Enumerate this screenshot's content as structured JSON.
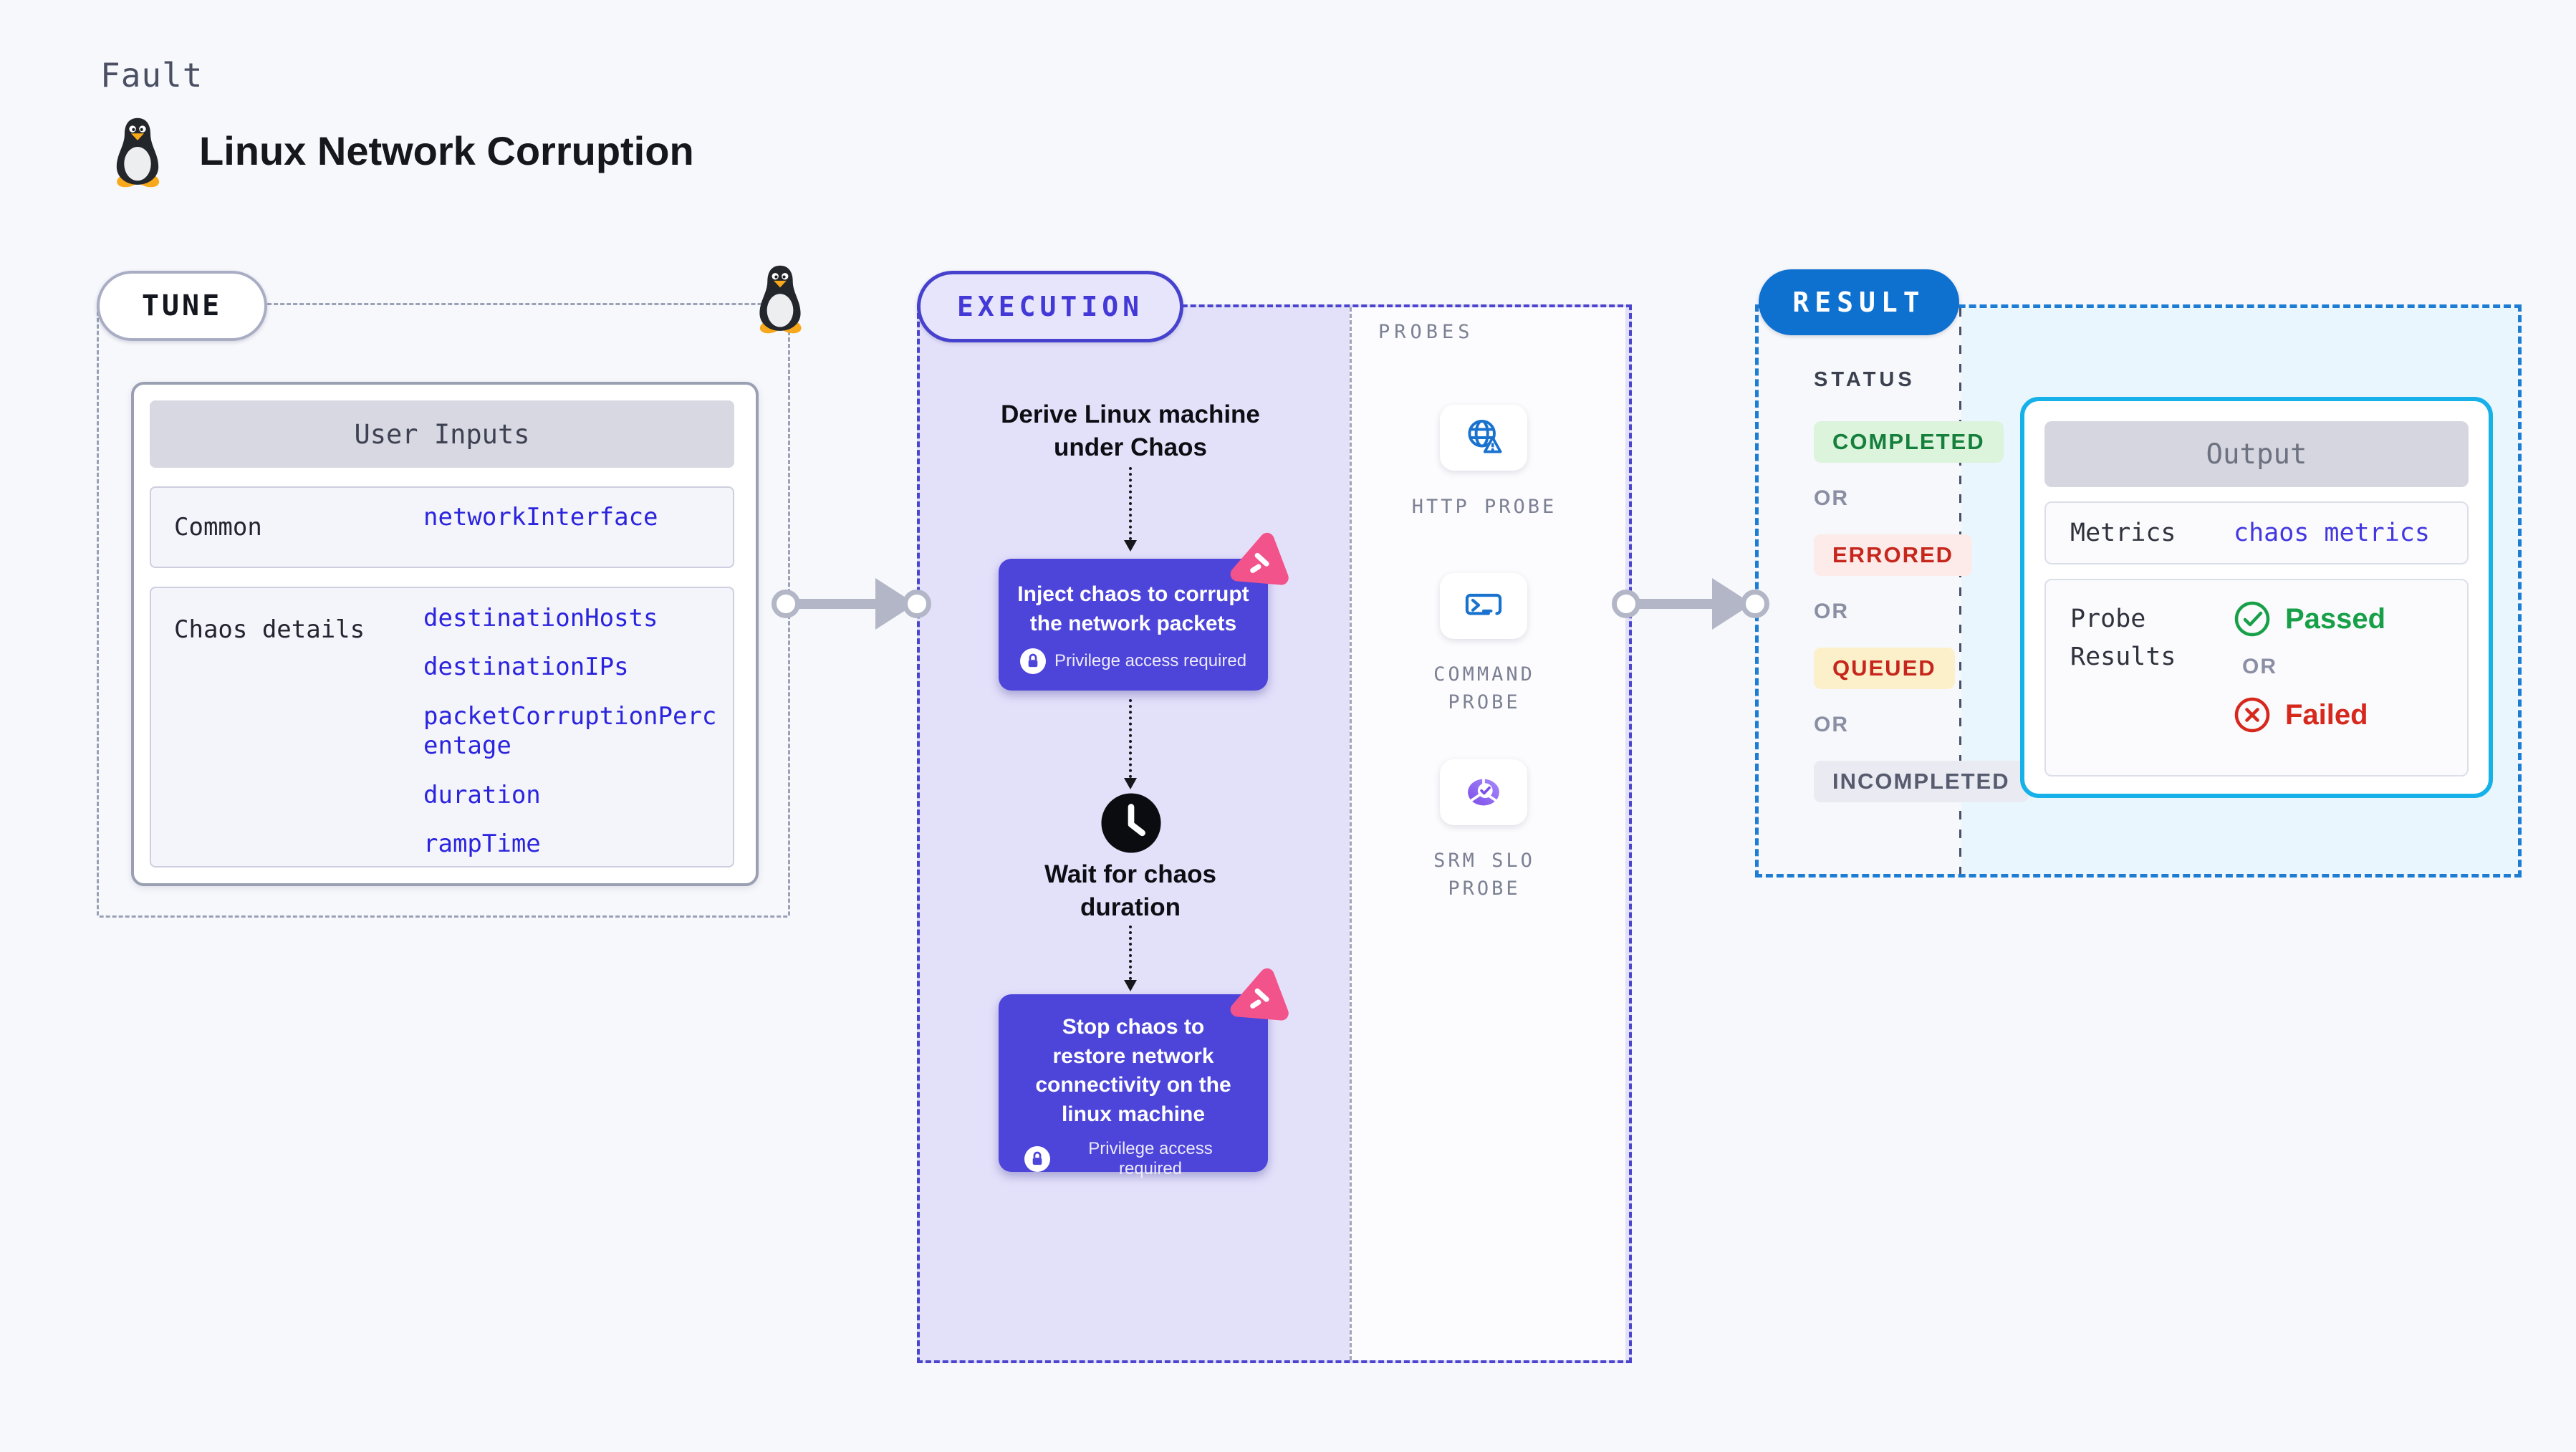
{
  "colors": {
    "page_bg": "#f7f8fc",
    "accent_indigo": "#4d44d9",
    "accent_blue": "#0e71d0",
    "accent_cyan": "#16b1e8",
    "accent_pink": "#f2538b",
    "code_blue": "#2b24dd",
    "status_green": "#157f3c",
    "status_red": "#c6261c",
    "passed_green": "#17a047",
    "failed_red": "#d6281c"
  },
  "header": {
    "kicker": "Fault",
    "title": "Linux Network Corruption",
    "icon": "tux-penguin-icon"
  },
  "tune": {
    "badge": "TUNE",
    "corner_icon": "tux-penguin-icon",
    "user_inputs": {
      "header": "User Inputs",
      "rows": [
        {
          "label": "Common",
          "values": [
            "networkInterface"
          ]
        },
        {
          "label": "Chaos details",
          "values": [
            "destinationHosts",
            "destinationIPs",
            "packetCorruptionPercentage",
            "duration",
            "rampTime"
          ]
        }
      ]
    }
  },
  "execution": {
    "badge": "EXECUTION",
    "derive_label": "Derive Linux machine under Chaos",
    "inject_step": {
      "text": "Inject chaos to corrupt the network packets",
      "note": "Privilege access required",
      "icon": "lock-icon",
      "corner_icon": "chaos-spark-icon"
    },
    "wait_step": {
      "icon": "clock-icon",
      "text": "Wait for chaos duration"
    },
    "stop_step": {
      "text": "Stop chaos to restore network connectivity on the linux machine",
      "note": "Privilege access required",
      "icon": "lock-icon",
      "corner_icon": "chaos-spark-icon"
    }
  },
  "probes": {
    "label": "PROBES",
    "items": [
      {
        "name": "HTTP PROBE",
        "icon": "globe-alert-icon"
      },
      {
        "name": "COMMAND PROBE",
        "icon": "terminal-icon"
      },
      {
        "name": "SRM SLO PROBE",
        "icon": "slo-donut-icon"
      }
    ]
  },
  "result": {
    "badge": "RESULT",
    "status": {
      "label": "STATUS",
      "separator": "OR",
      "items": [
        {
          "text": "COMPLETED",
          "tone": "green"
        },
        {
          "text": "ERRORED",
          "tone": "red"
        },
        {
          "text": "QUEUED",
          "tone": "yellow"
        },
        {
          "text": "INCOMPLETED",
          "tone": "gray"
        }
      ]
    },
    "output": {
      "header": "Output",
      "metrics": {
        "label": "Metrics",
        "value": "chaos metrics"
      },
      "probe_results": {
        "label": "Probe Results",
        "passed": "Passed",
        "separator": "OR",
        "failed": "Failed",
        "passed_icon": "check-circle-icon",
        "failed_icon": "x-circle-icon"
      }
    }
  }
}
